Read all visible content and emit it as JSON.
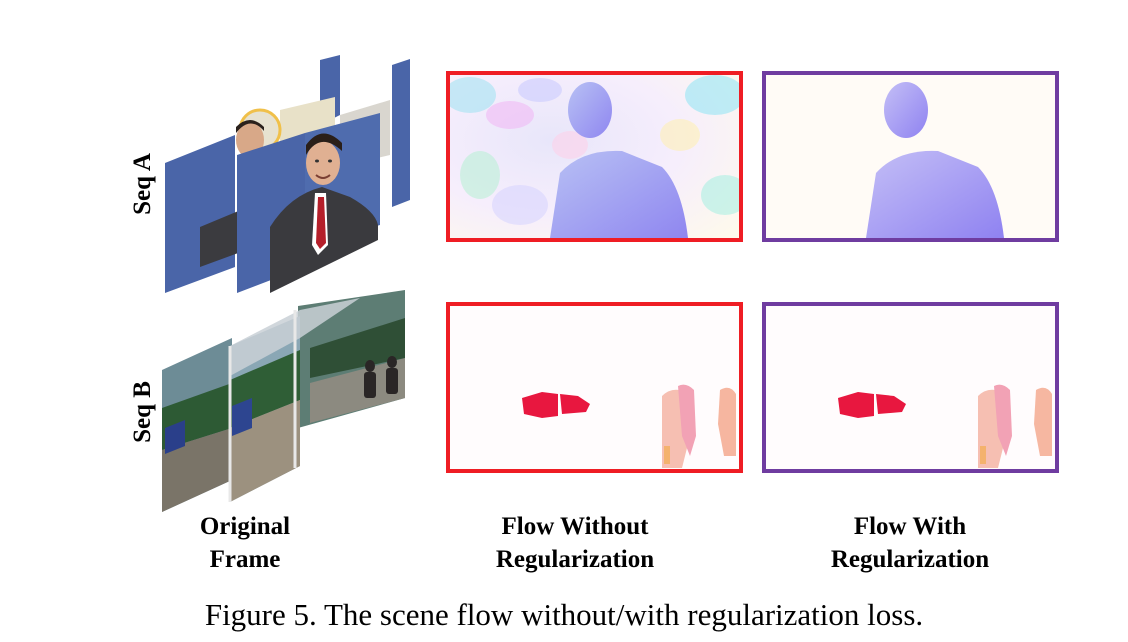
{
  "figure": {
    "row_labels": [
      "Seq A",
      "Seq B"
    ],
    "column_labels": [
      {
        "line1": "Original",
        "line2": "Frame"
      },
      {
        "line1": "Flow Without",
        "line2": "Regularization"
      },
      {
        "line1": "Flow With",
        "line2": "Regularization"
      }
    ],
    "caption": "Figure 5. The scene flow without/with regularization loss."
  },
  "colors": {
    "without_border": "#ef1d24",
    "with_border": "#6f3ca0",
    "frame_blue": "#4a65a8"
  }
}
